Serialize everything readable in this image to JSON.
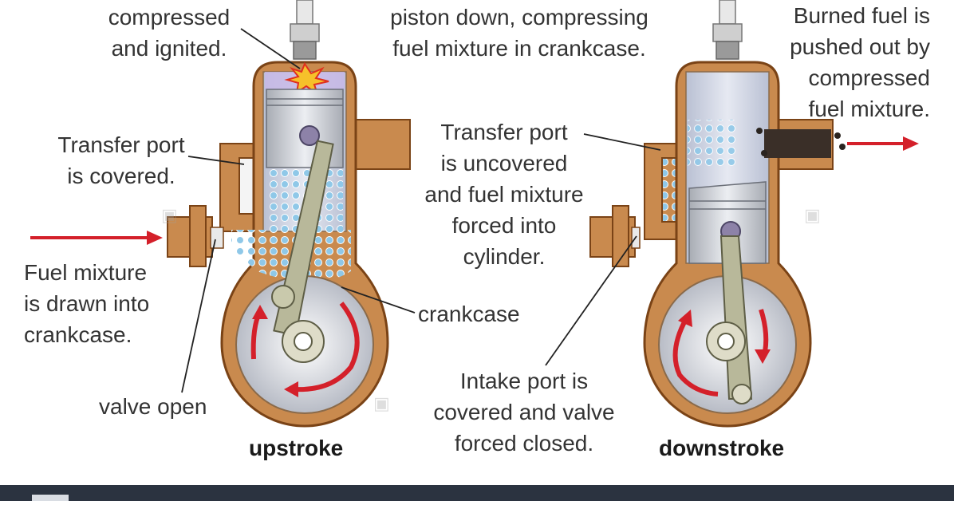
{
  "labels": {
    "left_ignition": "compressed\nand ignited.",
    "top_middle": "piston down, compressing\nfuel mixture in crankcase.",
    "right_exhaust": "Burned fuel is\npushed out by\ncompressed\nfuel mixture.",
    "transfer_covered": "Transfer port\nis covered.",
    "transfer_uncovered": "Transfer port\nis uncovered\nand fuel mixture\nforced into\ncylinder.",
    "fuel_drawn": "Fuel mixture\nis drawn into\ncrankcase.",
    "crankcase": "crankcase",
    "intake_closed": "Intake port is\ncovered and valve\nforced closed.",
    "valve_open": "valve open"
  },
  "captions": {
    "left": "upstroke",
    "right": "downstroke"
  },
  "colors": {
    "casing": "#b06a2e",
    "casing_light": "#c98a4e",
    "cylinder": "#d7dbe6",
    "piston": "#c9ccd2",
    "arrow": "#d4202a",
    "fuel_dot": "#8fc8e8",
    "exhaust_dot": "#2a2420",
    "spark": "#f6c12a",
    "footer": "#2b3340"
  }
}
